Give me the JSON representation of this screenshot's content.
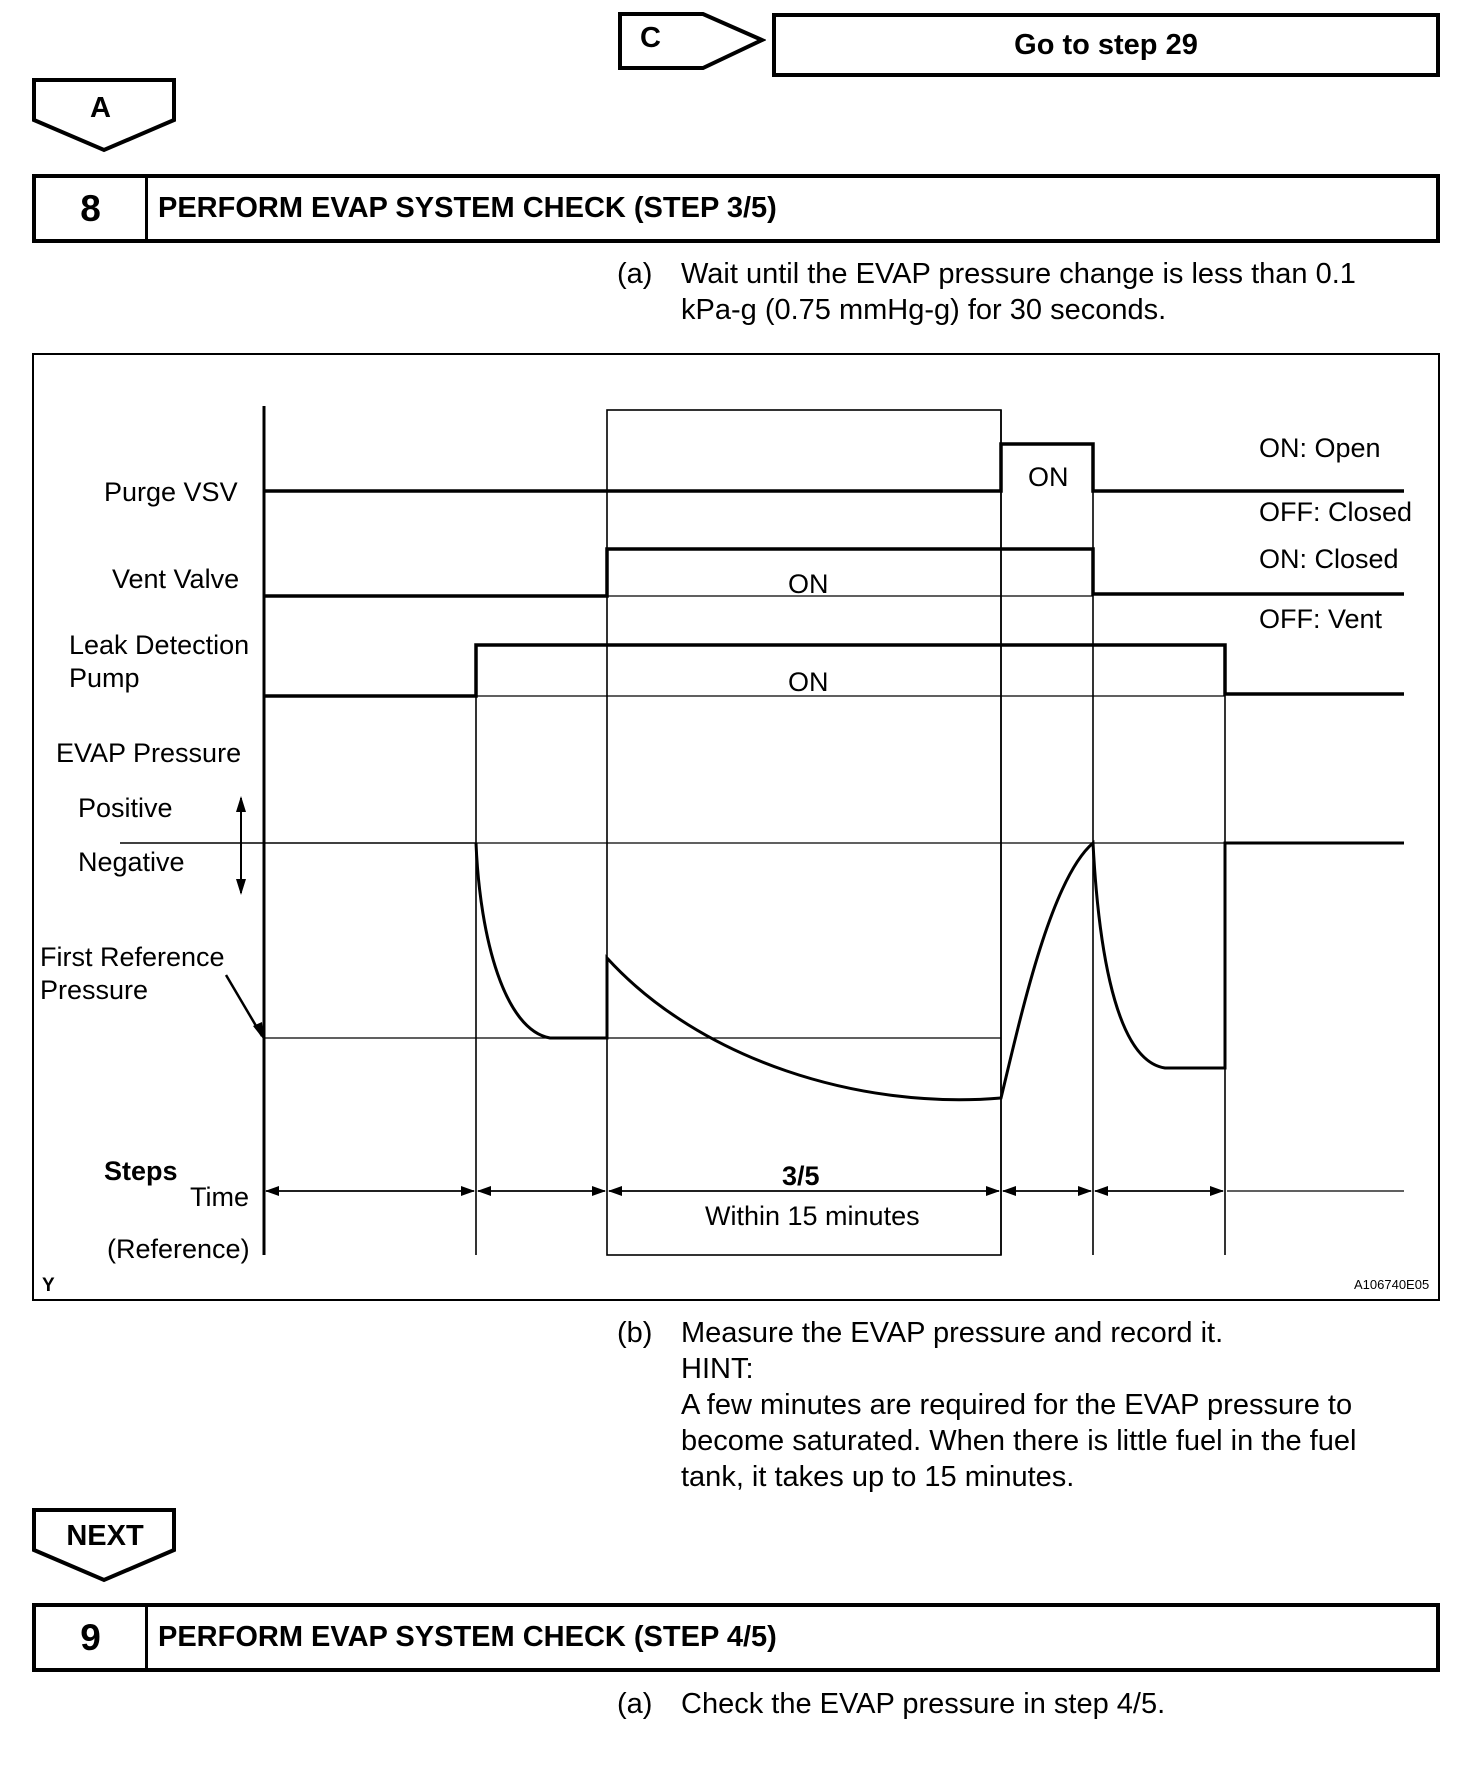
{
  "nav": {
    "c_label": "C",
    "goto_label": "Go to step 29",
    "a_label": "A",
    "next_label": "NEXT"
  },
  "step8": {
    "number": "8",
    "title": "PERFORM EVAP SYSTEM CHECK (STEP 3/5)",
    "a_marker": "(a)",
    "a_text_line1": "Wait until the EVAP pressure change is less than 0.1",
    "a_text_line2": "kPa-g (0.75 mmHg-g) for 30 seconds.",
    "b_marker": "(b)",
    "b_line1": "Measure the EVAP pressure and record it.",
    "b_hint": "HINT:",
    "b_line2": "A few minutes are required for the EVAP pressure to",
    "b_line3": "become saturated. When there is little fuel in the fuel",
    "b_line4": "tank, it takes up to 15 minutes."
  },
  "diagram": {
    "purge_vsv": "Purge VSV",
    "vent_valve": "Vent Valve",
    "leak_detection_1": "Leak Detection",
    "leak_detection_2": "Pump",
    "evap_pressure": "EVAP Pressure",
    "positive": "Positive",
    "negative": "Negative",
    "first_ref_1": "First Reference",
    "first_ref_2": "Pressure",
    "steps": "Steps",
    "time": "Time",
    "reference": "(Reference)",
    "on_open": "ON: Open",
    "off_closed": "OFF: Closed",
    "on_closed": "ON: Closed",
    "off_vent": "OFF: Vent",
    "on_purge": "ON",
    "on_vent": "ON",
    "on_pump": "ON",
    "step_label": "3/5",
    "within": "Within 15 minutes",
    "corner_y": "Y",
    "figure_id": "A106740E05"
  },
  "step9": {
    "number": "9",
    "title": "PERFORM EVAP SYSTEM CHECK (STEP 4/5)",
    "a_marker": "(a)",
    "a_text": "Check the EVAP pressure in step 4/5."
  }
}
